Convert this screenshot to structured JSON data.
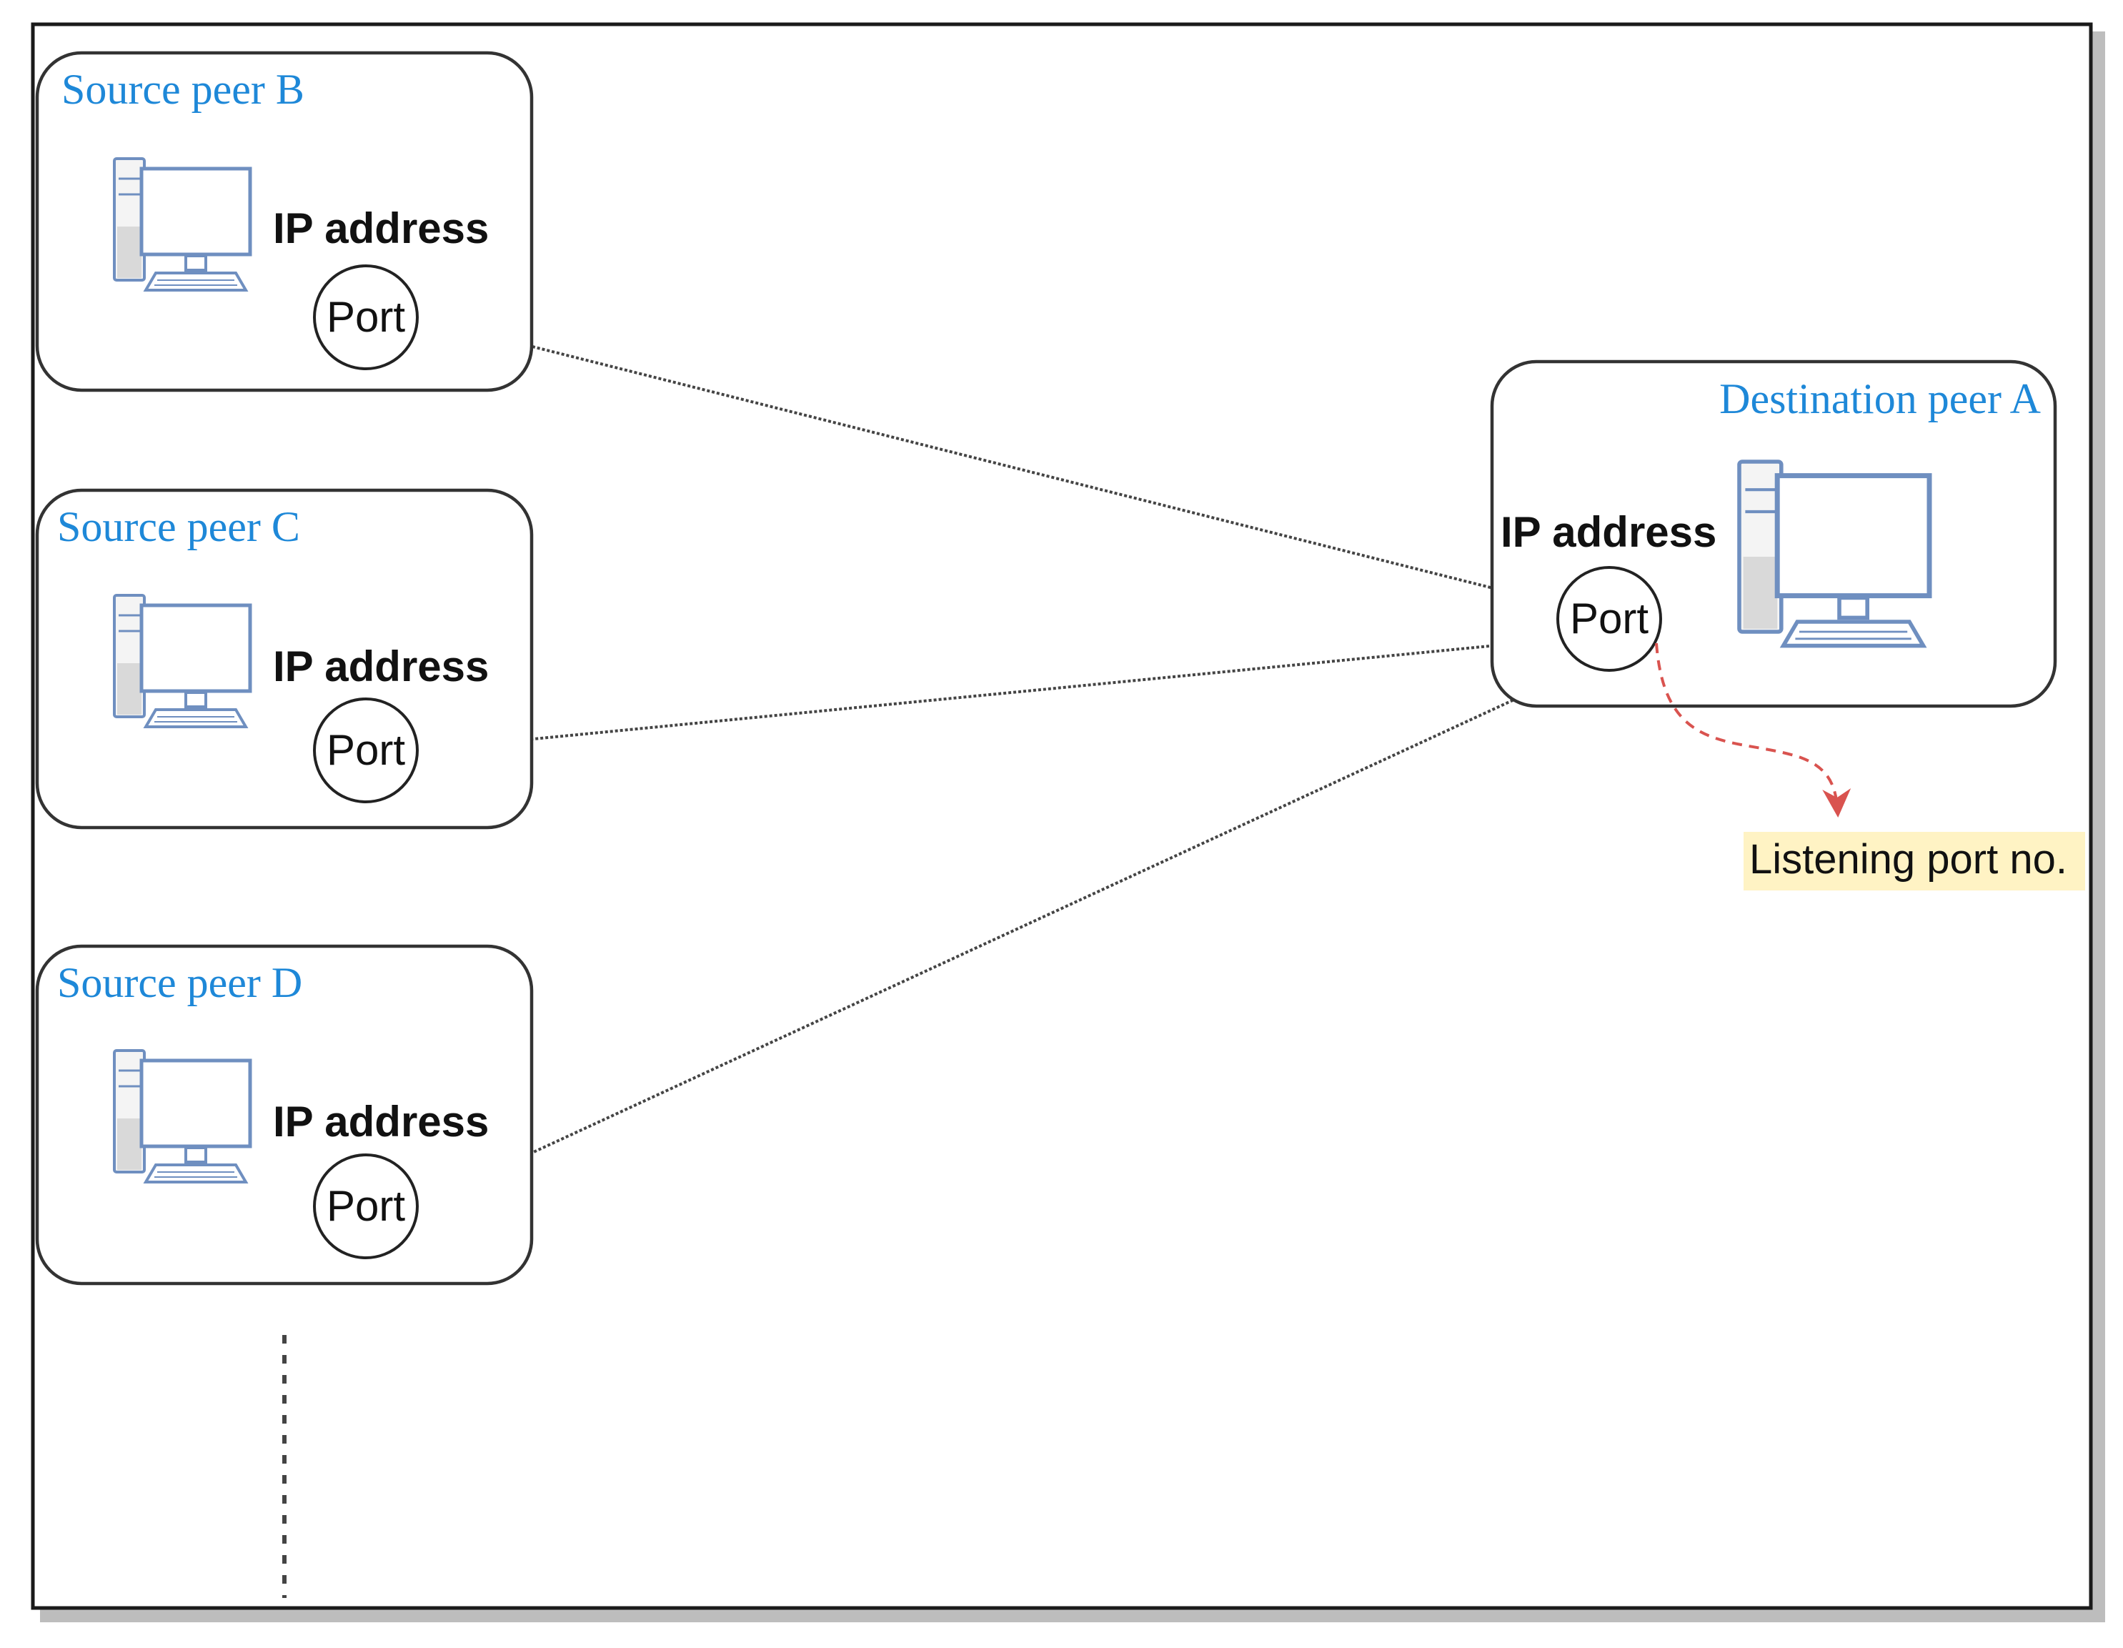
{
  "peers": [
    {
      "id": "b",
      "title": "Source peer B",
      "ip_label": "IP address",
      "port_label": "Port"
    },
    {
      "id": "c",
      "title": "Source peer C",
      "ip_label": "IP address",
      "port_label": "Port"
    },
    {
      "id": "d",
      "title": "Source peer D",
      "ip_label": "IP address",
      "port_label": "Port"
    }
  ],
  "destination": {
    "title": "Destination peer A",
    "ip_label": "IP address",
    "port_label": "Port"
  },
  "note": {
    "text": "Listening port no."
  },
  "colors": {
    "title": "#1e88d8",
    "note_background": "#fff3c4",
    "note_arrow": "#d9534f",
    "connection": "#444444"
  },
  "icons": {
    "computer": "desktop-computer-icon"
  }
}
